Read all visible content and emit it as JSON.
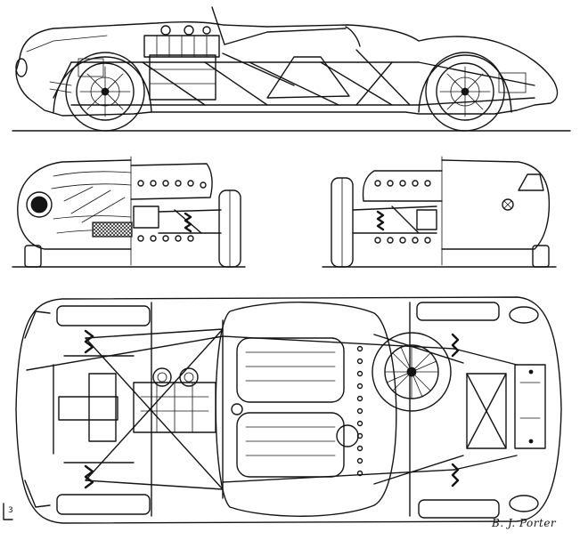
{
  "signature": "B. J. Porter",
  "scale_mark": "3",
  "colors": {
    "ink": "#141414",
    "paper": "#ffffff"
  },
  "views": [
    {
      "id": "side-elevation"
    },
    {
      "id": "front-elevation"
    },
    {
      "id": "rear-elevation"
    },
    {
      "id": "plan-view"
    }
  ]
}
